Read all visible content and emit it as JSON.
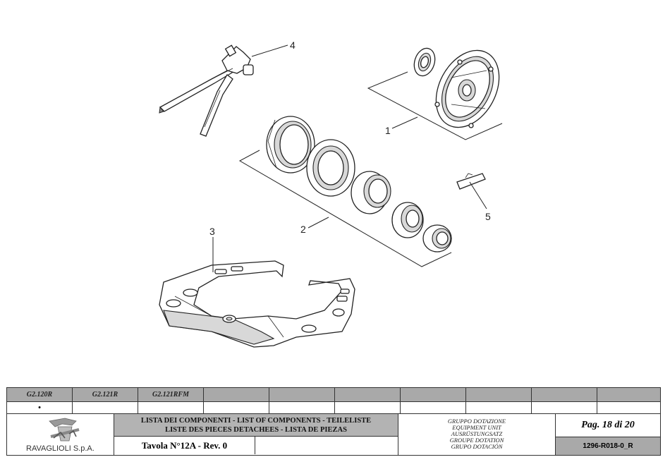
{
  "callouts": [
    "1",
    "2",
    "3",
    "4",
    "5"
  ],
  "models": [
    "G2.120R",
    "G2.121R",
    "G2.121RFM",
    "",
    "",
    "",
    "",
    "",
    "",
    ""
  ],
  "marks": [
    "•",
    "",
    "",
    "",
    "",
    "",
    "",
    "",
    "",
    ""
  ],
  "company": "RAVAGLIOLI S.p.A.",
  "list_title": [
    "LISTA DEI COMPONENTI - LIST OF COMPONENTS - TEILELISTE",
    "LISTE DES PIECES DETACHEES - LISTA DE PIEZAS"
  ],
  "tavola": "Tavola N°12A - Rev. 0",
  "group_names": [
    "GRUPPO DOTAZIONE",
    "EQUIPMENT UNIT",
    "AUSRÜSTUNGSATZ",
    "GROUPE DOTATION",
    "GRUPO DOTACIÓN"
  ],
  "page_label": "Pag. 18 di 20",
  "doc_code": "1296-R018-0_R"
}
